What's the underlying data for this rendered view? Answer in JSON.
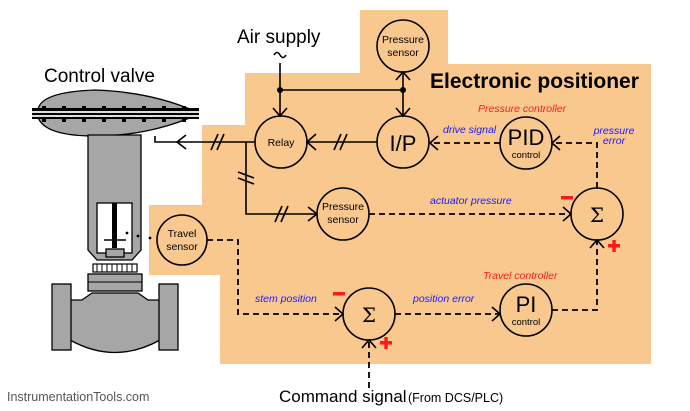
{
  "title": "Electronic positioner",
  "labels": {
    "control_valve": "Control valve",
    "air_supply": "Air supply",
    "command_signal": "Command signal",
    "command_source": "(From DCS/PLC)",
    "watermark": "InstrumentationTools.com"
  },
  "nodes": {
    "relay": "Relay",
    "ip": "I/P",
    "pressure_sensor_top": [
      "Pressure",
      "sensor"
    ],
    "pressure_sensor_mid": [
      "Pressure",
      "sensor"
    ],
    "travel_sensor": [
      "Travel",
      "sensor"
    ],
    "pid_main": "PID",
    "pid_sub": "control",
    "pi_main": "PI",
    "pi_sub": "control",
    "sum_upper": "Σ",
    "sum_lower": "Σ"
  },
  "signals": {
    "drive_signal": "drive signal",
    "pressure_error": [
      "pressure",
      "error"
    ],
    "actuator_pressure": "actuator pressure",
    "stem_position": "stem position",
    "position_error": "position error"
  },
  "controllers": {
    "pressure_controller": "Pressure controller",
    "travel_controller": "Travel controller"
  },
  "signs": {
    "minus": "−",
    "plus": "+"
  },
  "colors": {
    "positioner_bg": "#f8c88f",
    "signal_text": "#1a1aff",
    "controller_text": "#ff1a1a",
    "valve_gray": "#a6a6a6"
  }
}
